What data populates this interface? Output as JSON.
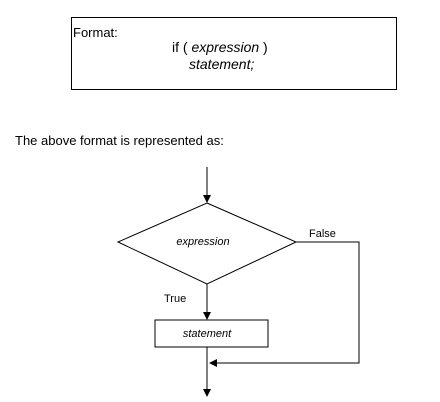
{
  "format_box": {
    "label": "Format:",
    "if_keyword": "if (",
    "expression": "expression",
    "close_paren": ")",
    "statement": "statement;"
  },
  "caption": "The above format is represented as:",
  "flowchart": {
    "decision_text": "expression",
    "process_text": "statement",
    "true_label": "True",
    "false_label": "False"
  }
}
